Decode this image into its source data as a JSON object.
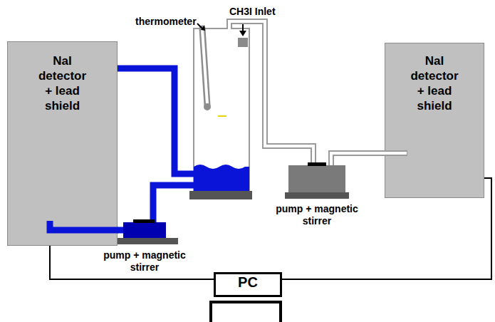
{
  "diagram": {
    "nodes": [
      {
        "text": [
          "NaI detector + lead shield"
        ]
      },
      {
        "text": [
          "NaI detector + lead shield"
        ]
      },
      {
        "text": [
          "pump + magnetic stirrer"
        ]
      },
      {
        "text": [
          "pump + magnetic stirrer"
        ]
      },
      {
        "text": [
          "PC"
        ]
      }
    ],
    "edges": [
      {
        "from": 0,
        "to": 4,
        "arrow": "none"
      },
      {
        "from": 1,
        "to": 4,
        "arrow": "none"
      },
      {
        "from": 2,
        "to": 0,
        "arrow": "none"
      },
      {
        "from": 3,
        "to": 1,
        "arrow": "none"
      }
    ],
    "labels": [
      "thermometer",
      "CH3I Inlet"
    ]
  }
}
